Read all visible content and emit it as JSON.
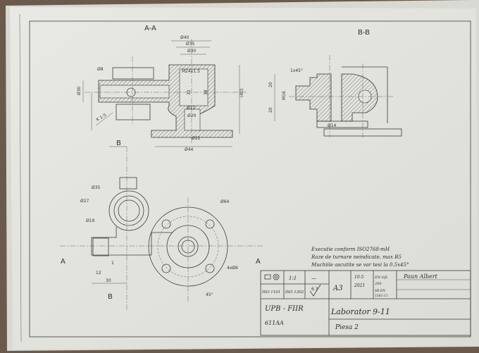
{
  "drawing": {
    "views": {
      "section_aa": "A-A",
      "section_bb": "B-B"
    },
    "section_markers": {
      "b_top": "B",
      "b_bottom": "B",
      "a_left": "A",
      "a_right": "A"
    },
    "dimensions_aa": [
      "Ø40",
      "Ø35",
      "Ø30",
      "Ø8",
      "Ø30",
      "K 1:5",
      "M24x1.5",
      "Ø12",
      "Ø20",
      "Ø22",
      "Ø44",
      "(40)",
      "32",
      "38"
    ],
    "dimensions_bb": [
      "1x45°",
      "20",
      "20",
      "M16",
      "Ø14"
    ],
    "dimensions_plan": [
      "Ø35",
      "Ø27",
      "Ø19",
      "Ø64",
      "4xØ6",
      "12",
      "30",
      "1",
      "45°"
    ],
    "notes": [
      "Executie conform ISO2768-mH",
      "Raze de turnare neindicate, max R5",
      "Muchiile ascutite se vor tesi la 0.5x45°"
    ],
    "title_block": {
      "projection_symbol": "projection-symbol",
      "scale": "1:1",
      "dash": "—",
      "standard_1": "ISO 1101",
      "standard_2": "ISO 1302",
      "roughness": "6.3",
      "format": "A3",
      "date_1": "10-5",
      "date_2": "2021",
      "material_1": "EN-GJL",
      "material_2": "200",
      "material_3": "SR EN",
      "material_4": "1561:11",
      "author": "Paun Albert",
      "institution": "UPB - FIIR",
      "group": "611AA",
      "title": "Laborator 9-11",
      "part_name": "Piesa 2"
    }
  }
}
